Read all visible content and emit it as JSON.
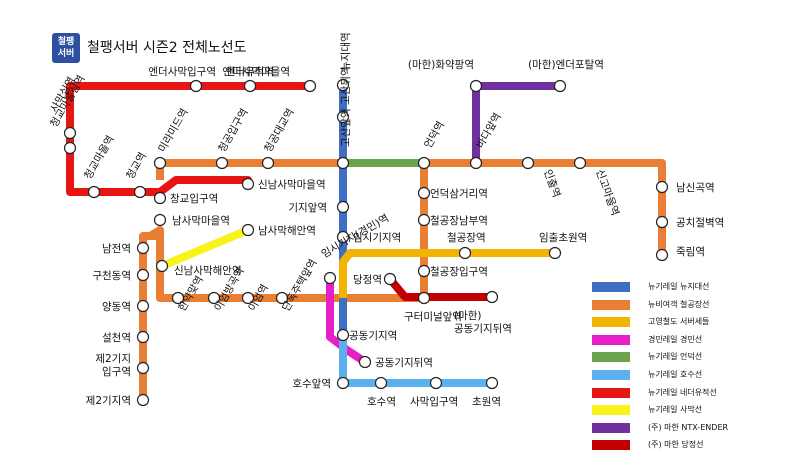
{
  "header": {
    "logo_text": "철팽\n서버",
    "title": "철팽서버 시즌2 전체노선도"
  },
  "colors": {
    "ender": "#e81515",
    "hanpo": "#e97e35",
    "nyuji": "#3f6ec3",
    "gosok": "#f2b400",
    "gyeongmin": "#e520c6",
    "eondeok": "#6da34d",
    "hosu": "#5bb1ee",
    "samak": "#f7f31b",
    "ntx": "#7030a0",
    "dangjeong": "#c00000"
  },
  "legend": [
    {
      "key": "nyuji",
      "label": "뉴기레일 뉴지대선"
    },
    {
      "key": "hanpo",
      "label": "뉴비여객 철공장선"
    },
    {
      "key": "gosok",
      "label": "고영철도 서버세들"
    },
    {
      "key": "gyeongmin",
      "label": "경민레일 경민선"
    },
    {
      "key": "eondeok",
      "label": "뉴기레일 언덕선"
    },
    {
      "key": "hosu",
      "label": "뉴기레일 호수선"
    },
    {
      "key": "ender",
      "label": "뉴기레일 네더유적선"
    },
    {
      "key": "samak",
      "label": "뉴기레일 사막선"
    },
    {
      "key": "ntx",
      "label": "(주) 마한 NTX-ENDER"
    },
    {
      "key": "dangjeong",
      "label": "(주) 마한 당정선"
    }
  ],
  "stations": [
    {
      "name": "엔더유적역"
    },
    {
      "name": "엔더사막입구역"
    },
    {
      "name": "엔더사막마을역"
    },
    {
      "name": "사막심역"
    },
    {
      "name": "청교마을심역"
    },
    {
      "name": "청교마을역"
    },
    {
      "name": "청교역"
    },
    {
      "name": "미라미드역"
    },
    {
      "name": "청공입구역"
    },
    {
      "name": "청공대교역"
    },
    {
      "name": "뉴지대역"
    },
    {
      "name": "고산뒤역"
    },
    {
      "name": "고산앞역"
    },
    {
      "name": "언덕역"
    },
    {
      "name": "바다앞역"
    },
    {
      "name": "인출역"
    },
    {
      "name": "신고마을역"
    },
    {
      "name": "남신곡역"
    },
    {
      "name": "공치절벽역"
    },
    {
      "name": "죽림역"
    },
    {
      "name": "(마한)화약팡역"
    },
    {
      "name": "(마한)엔더포탈역"
    },
    {
      "name": "창교입구역"
    },
    {
      "name": "신남사막마을역"
    },
    {
      "name": "남사막마을역"
    },
    {
      "name": "기지앞역"
    },
    {
      "name": "남사막해안역"
    },
    {
      "name": "신남사막해안역"
    },
    {
      "name": "남전역"
    },
    {
      "name": "구천동역"
    },
    {
      "name": "양동역"
    },
    {
      "name": "설천역"
    },
    {
      "name": "제2기지\n입구역"
    },
    {
      "name": "제2기지역"
    },
    {
      "name": "언덕삼거리역"
    },
    {
      "name": "철공장남부역"
    },
    {
      "name": "임시기지역"
    },
    {
      "name": "철공장역"
    },
    {
      "name": "임출초원역"
    },
    {
      "name": "임시기지(경민)역"
    },
    {
      "name": "당정역"
    },
    {
      "name": "철공장입구역"
    },
    {
      "name": "구터미널앞역"
    },
    {
      "name": "(마한)\n공동기지뒤역"
    },
    {
      "name": "한약맞역"
    },
    {
      "name": "이엄방곡역"
    },
    {
      "name": "이엄역"
    },
    {
      "name": "단독주택앞역"
    },
    {
      "name": "공동기지역"
    },
    {
      "name": "공동기지뒤역"
    },
    {
      "name": "호수앞역"
    },
    {
      "name": "호수역"
    },
    {
      "name": "사막입구역"
    },
    {
      "name": "초원역"
    }
  ]
}
